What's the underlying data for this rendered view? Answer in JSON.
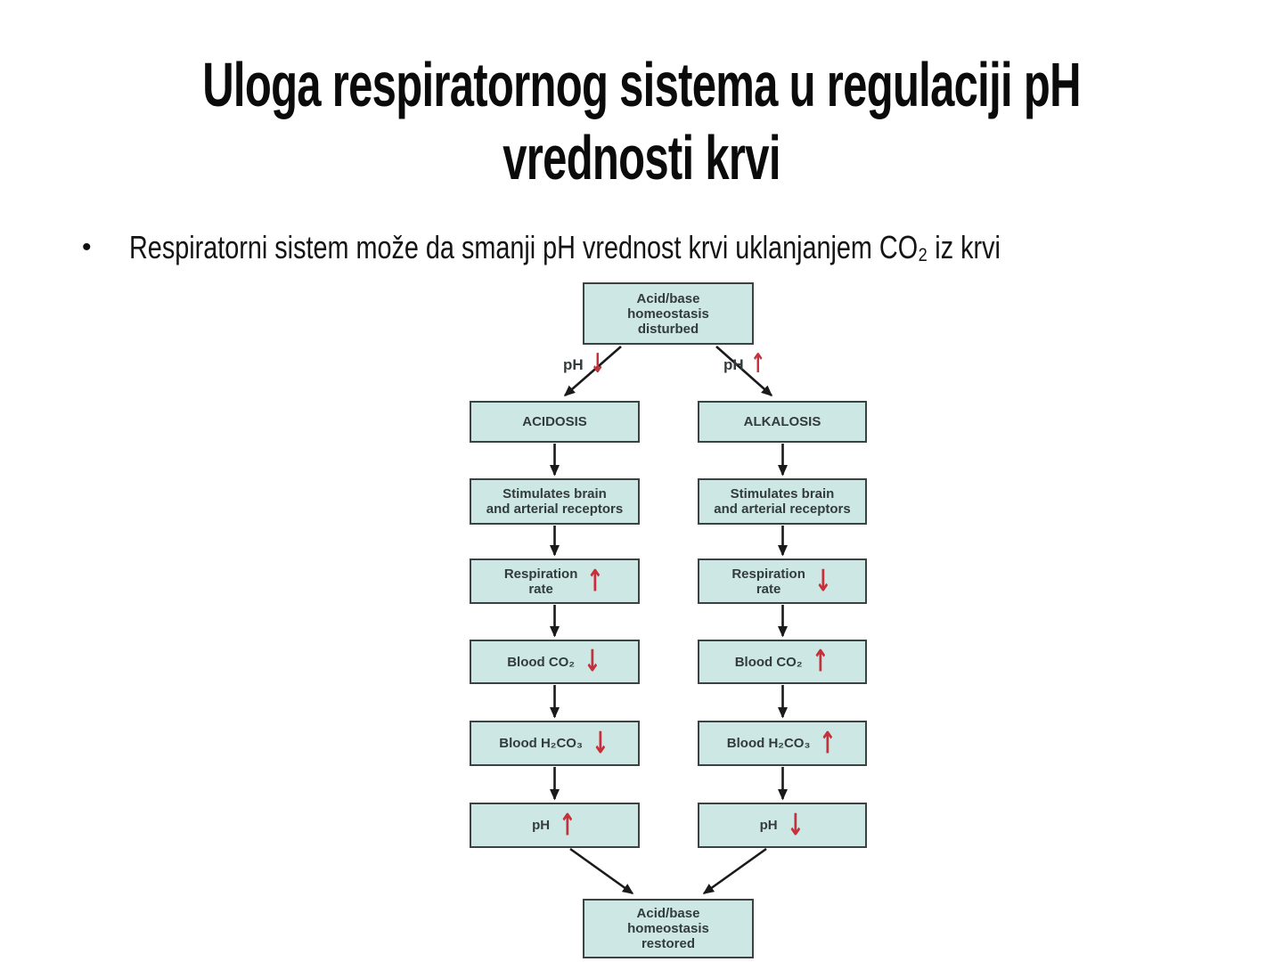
{
  "slide": {
    "title_line1": "Uloga respiratornog sistema u regulaciji pH",
    "title_line2": "vrednosti krvi",
    "bullet_marker": "•",
    "bullet_text": "Respiratorni sistem može da smanji pH vrednost krvi uklanjanjem CO₂ iz krvi"
  },
  "diagram": {
    "top_box": "Acid/base\nhomeostasis\ndisturbed",
    "bottom_box": "Acid/base\nhomeostasis\nrestored",
    "branch_left": {
      "label": "pH",
      "arrow": "↓"
    },
    "branch_right": {
      "label": "pH",
      "arrow": "↑"
    },
    "left": [
      {
        "label": "ACIDOSIS"
      },
      {
        "label": "Stimulates brain\nand arterial receptors"
      },
      {
        "label": "Respiration\nrate",
        "arrow": "↑"
      },
      {
        "label": "Blood CO₂",
        "arrow": "↓"
      },
      {
        "label": "Blood H₂CO₃",
        "arrow": "↓"
      },
      {
        "label": "pH",
        "arrow": "↑"
      }
    ],
    "right": [
      {
        "label": "ALKALOSIS"
      },
      {
        "label": "Stimulates brain\nand arterial receptors"
      },
      {
        "label": "Respiration\nrate",
        "arrow": "↓"
      },
      {
        "label": "Blood CO₂",
        "arrow": "↑"
      },
      {
        "label": "Blood H₂CO₃",
        "arrow": "↑"
      },
      {
        "label": "pH",
        "arrow": "↓"
      }
    ],
    "colors": {
      "box_fill": "#cde8e4",
      "box_border": "#3b4243",
      "box_text": "#333b3c",
      "connector": "#1a1a1a",
      "trend_arrow_red": "#c5303a"
    }
  }
}
